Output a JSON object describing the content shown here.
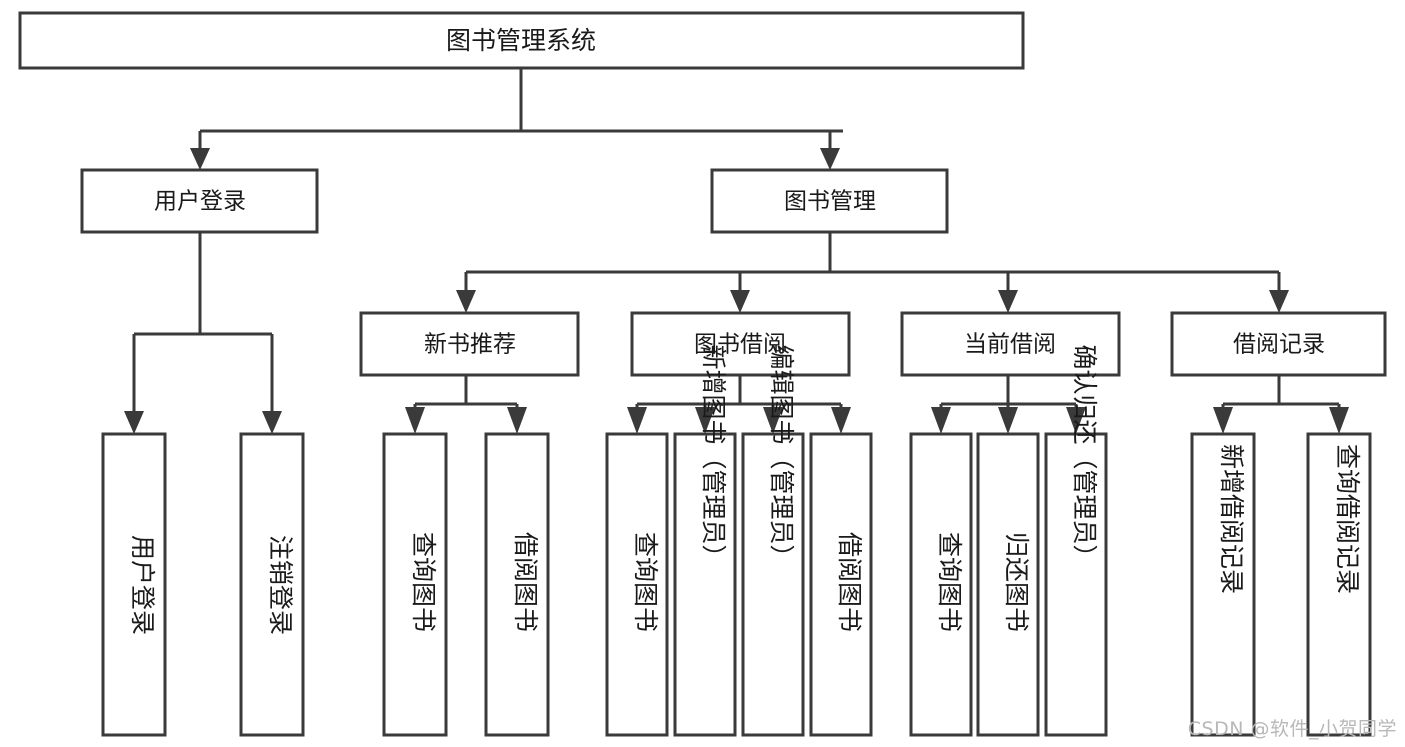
{
  "diagram": {
    "title": "图书管理系统",
    "type": "tree-hierarchy-diagram",
    "orientation": "top-down",
    "colors": {
      "box_stroke": "#3a3a3a",
      "box_fill": "#ffffff",
      "text": "#1a1a1a",
      "connector": "#3a3a3a",
      "background": "#ffffff",
      "watermark": "#b8b8b8"
    },
    "root": {
      "label": "图书管理系统"
    },
    "level2": [
      {
        "label": "用户登录"
      },
      {
        "label": "图书管理"
      }
    ],
    "level3": [
      {
        "label": "新书推荐"
      },
      {
        "label": "图书借阅"
      },
      {
        "label": "当前借阅"
      },
      {
        "label": "借阅记录"
      }
    ],
    "leaves": {
      "user_login": [
        {
          "label": "用户登录"
        },
        {
          "label": "注销登录"
        }
      ],
      "new_book_recommend": [
        {
          "label": "查询图书"
        },
        {
          "label": "借阅图书"
        }
      ],
      "book_borrow": [
        {
          "label": "查询图书"
        },
        {
          "label": "新增图书（管理员）"
        },
        {
          "label": "编辑图书（管理员）"
        },
        {
          "label": "借阅图书"
        }
      ],
      "current_borrow": [
        {
          "label": "查询图书"
        },
        {
          "label": "归还图书"
        },
        {
          "label": "确认归还（管理员）"
        }
      ],
      "borrow_record": [
        {
          "label": "新增借阅记录"
        },
        {
          "label": "查询借阅记录"
        }
      ]
    }
  },
  "watermark": {
    "text": "CSDN @软件_小贺同学"
  }
}
